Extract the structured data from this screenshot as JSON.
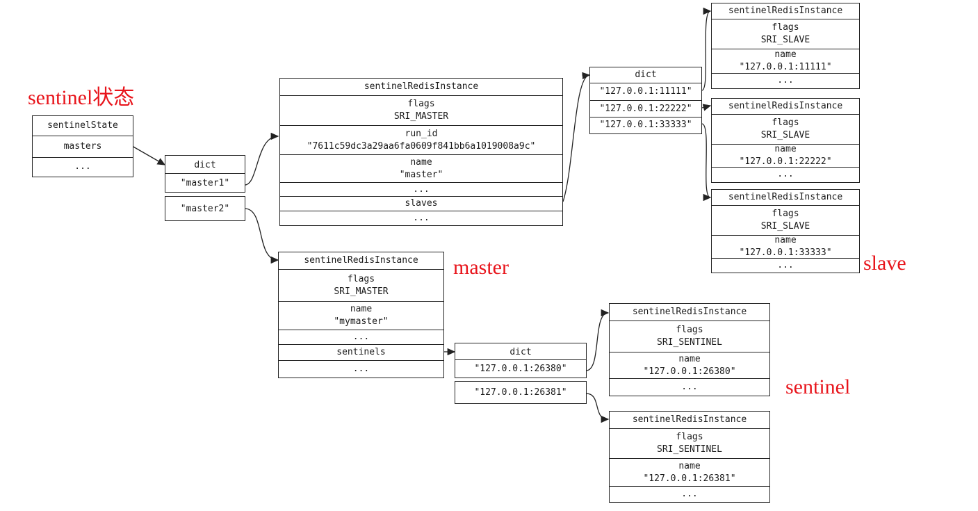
{
  "labels": {
    "title": "sentinel状态",
    "master": "master",
    "slave": "slave",
    "sentinel": "sentinel"
  },
  "sentinel_state": {
    "header": "sentinelState",
    "field_masters": "masters",
    "ellipsis": "..."
  },
  "masters_dict": {
    "header": "dict",
    "key1": "\"master1\"",
    "key2": "\"master2\""
  },
  "master1": {
    "header": "sentinelRedisInstance",
    "flags_label": "flags",
    "flags_value": "SRI_MASTER",
    "run_id_label": "run_id",
    "run_id_value": "\"7611c59dc3a29aa6fa0609f841bb6a1019008a9c\"",
    "name_label": "name",
    "name_value": "\"master\"",
    "ellipsis1": "...",
    "slaves": "slaves",
    "ellipsis2": "..."
  },
  "slaves_dict": {
    "header": "dict",
    "key1": "\"127.0.0.1:11111\"",
    "key2": "\"127.0.0.1:22222\"",
    "key3": "\"127.0.0.1:33333\""
  },
  "slave1": {
    "header": "sentinelRedisInstance",
    "flags_label": "flags",
    "flags_value": "SRI_SLAVE",
    "name_label": "name",
    "name_value": "\"127.0.0.1:11111\"",
    "ellipsis": "..."
  },
  "slave2": {
    "header": "sentinelRedisInstance",
    "flags_label": "flags",
    "flags_value": "SRI_SLAVE",
    "name_label": "name",
    "name_value": "\"127.0.0.1:22222\"",
    "ellipsis": "..."
  },
  "slave3": {
    "header": "sentinelRedisInstance",
    "flags_label": "flags",
    "flags_value": "SRI_SLAVE",
    "name_label": "name",
    "name_value": "\"127.0.0.1:33333\"",
    "ellipsis": "..."
  },
  "master2": {
    "header": "sentinelRedisInstance",
    "flags_label": "flags",
    "flags_value": "SRI_MASTER",
    "name_label": "name",
    "name_value": "\"mymaster\"",
    "ellipsis1": "...",
    "sentinels": "sentinels",
    "ellipsis2": "..."
  },
  "sentinels_dict": {
    "header": "dict",
    "key1": "\"127.0.0.1:26380\"",
    "key2": "\"127.0.0.1:26381\""
  },
  "sentinel1": {
    "header": "sentinelRedisInstance",
    "flags_label": "flags",
    "flags_value": "SRI_SENTINEL",
    "name_label": "name",
    "name_value": "\"127.0.0.1:26380\"",
    "ellipsis": "..."
  },
  "sentinel2": {
    "header": "sentinelRedisInstance",
    "flags_label": "flags",
    "flags_value": "SRI_SENTINEL",
    "name_label": "name",
    "name_value": "\"127.0.0.1:26381\"",
    "ellipsis": "..."
  }
}
